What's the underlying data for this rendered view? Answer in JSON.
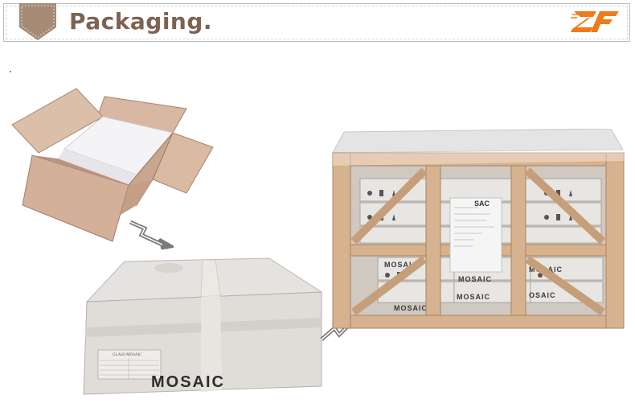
{
  "header": {
    "title": "Packaging.",
    "logo_icon": "zf-logo-icon",
    "shield_icon": "shield-ribbon-icon",
    "colors": {
      "title": "#7d6350",
      "shield": "#a58a76",
      "logo_orange": "#f07a1a"
    }
  },
  "photos": {
    "open_box": {
      "icon": "open-carton-photo"
    },
    "closed_box": {
      "stamp": "MOSAIC",
      "sticker_title": "GLASS MOSAIC"
    },
    "pallet": {
      "labels": [
        "MOSAIC",
        "MOSAIC",
        "MOSAIC",
        "MOSAIC",
        "MOSAIC"
      ],
      "partial_label": "OSAIC",
      "tag_text": "SAC"
    }
  },
  "connectors": {
    "icon": "zigzag-arrow-icon"
  }
}
